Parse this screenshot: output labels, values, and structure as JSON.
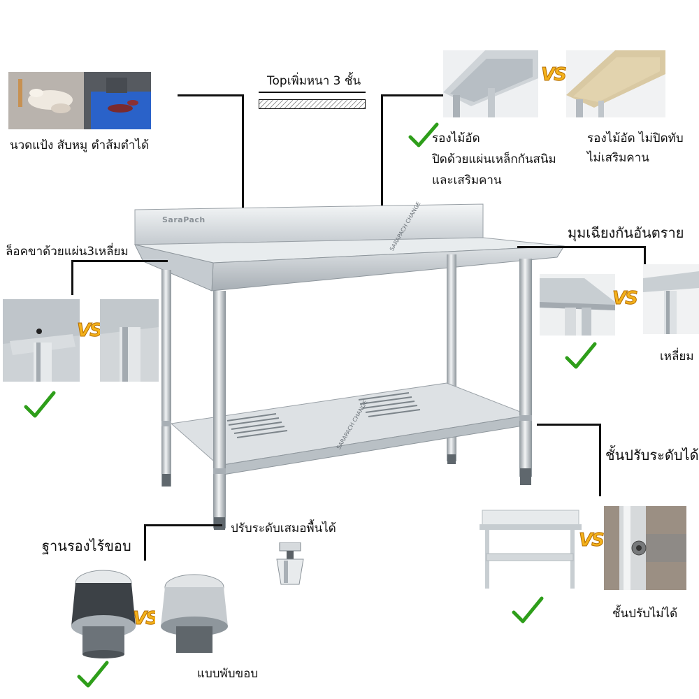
{
  "labels": {
    "top_thickness": "Topเพิ่มหนา 3 ชั้น",
    "uses": "นวดแป้ง สับหมู ตำส้มตำได้",
    "backing_good_1": "รองไม้อัด",
    "backing_good_2": "ปิดด้วยแผ่นเหล็กกันสนิม",
    "backing_good_3": "และเสริมคาน",
    "backing_bad_1": "รองไม้อัด ไม่ปิดทับ",
    "backing_bad_2": "ไม่เสริมคาน",
    "leg_lock": "ล็อคขาด้วยแผ่น3เหลี่ยม",
    "corner": "มุมเฉียงกันอันตราย",
    "corner_bad": "เหลี่ยม",
    "shelf_adjust": "ชั้นปรับระดับได้",
    "shelf_fixed": "ชั้นปรับไม่ได้",
    "leveling_foot": "ปรับระดับเสมอพื้นได้",
    "base": "ฐานรองไร้ขอบ",
    "base_bad": "แบบพับขอบ",
    "vs": "VS",
    "brand": "SaraPach",
    "watermark": "SARAPACH CHANGE"
  },
  "colors": {
    "check": "#2e9e1a",
    "vs_fill": "#f4b21b",
    "steel_light": "#e9ecee",
    "steel_dark": "#9aa2a8",
    "board": "#2a62c9"
  }
}
